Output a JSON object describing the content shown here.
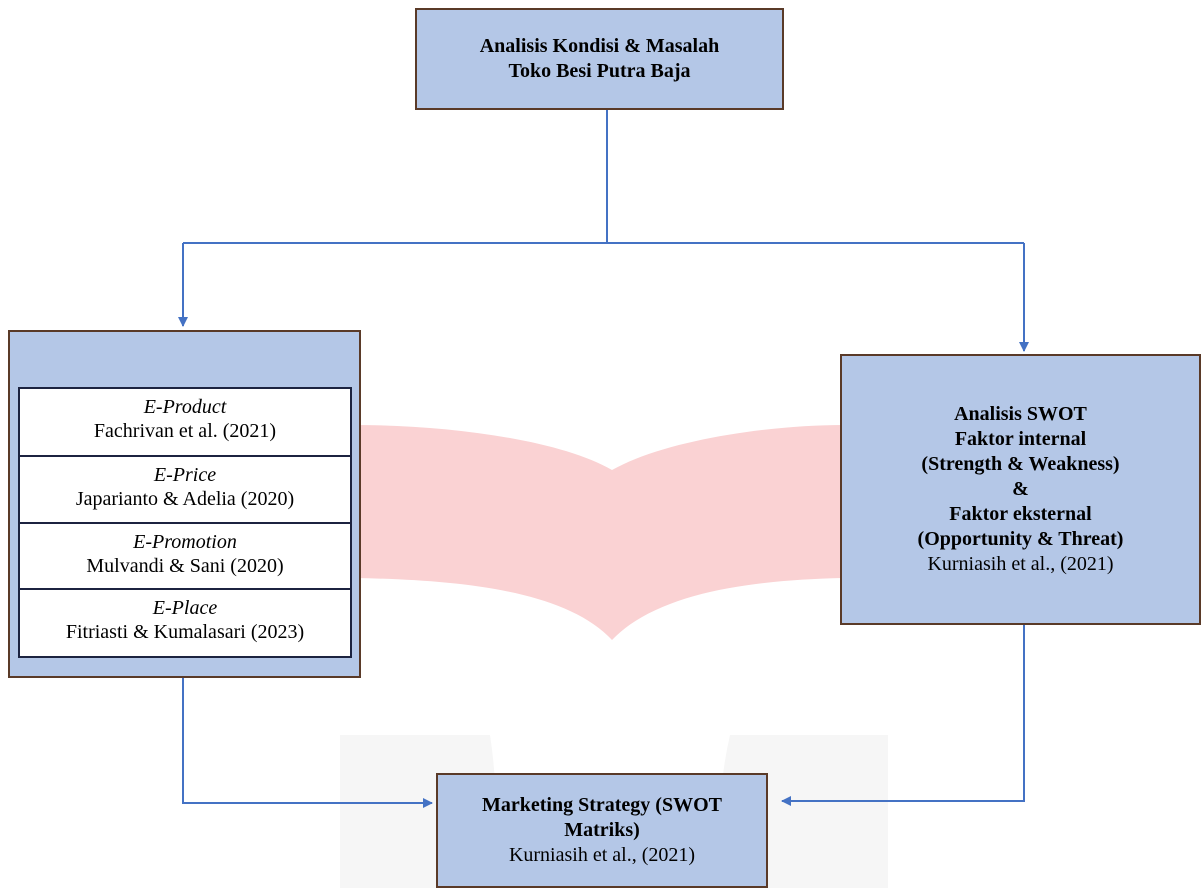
{
  "colors": {
    "box_fill": "#b4c7e7",
    "box_border": "#5a3a28",
    "sub_border": "#1c2340",
    "arrow": "#4472c4",
    "watermark": "#fad2d3"
  },
  "nodes": {
    "top": {
      "line1": "Analisis Kondisi & Masalah",
      "line2": "Toko Besi Putra Baja"
    },
    "left": {
      "items": [
        {
          "title": "E-Product",
          "ref": "Fachrivan et al. (2021)"
        },
        {
          "title": "E-Price",
          "ref": "Japarianto & Adelia (2020)"
        },
        {
          "title": "E-Promotion",
          "ref": "Mulvandi & Sani (2020)"
        },
        {
          "title": "E-Place",
          "ref": "Fitriasti & Kumalasari (2023)"
        }
      ]
    },
    "right": {
      "line1": "Analisis SWOT",
      "line2": "Faktor  internal",
      "line3": "(Strength & Weakness)",
      "line4": "&",
      "line5": "Faktor eksternal",
      "line6": "(Opportunity & Threat)",
      "ref": "Kurniasih et al., (2021)"
    },
    "bottom": {
      "line1": "Marketing Strategy (SWOT",
      "line2": "Matriks)",
      "ref": "Kurniasih et al., (2021)"
    }
  }
}
